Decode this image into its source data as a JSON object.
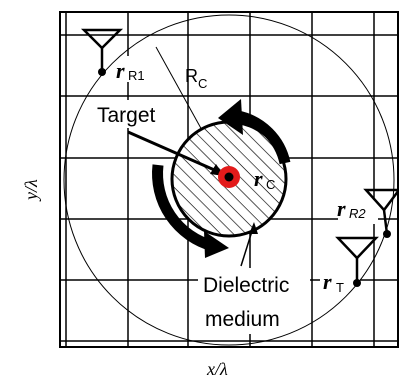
{
  "axes": {
    "x_label": "x/λ",
    "y_label": "y/λ"
  },
  "labels": {
    "target": "Target",
    "radius": "R",
    "radius_sub": "C",
    "dielectric_line1": "Dielectric",
    "dielectric_line2": "medium"
  },
  "points": {
    "r_center": {
      "symbol": "r",
      "sub": "C"
    },
    "r_receiver1": {
      "symbol": "r",
      "sub": "R1"
    },
    "r_receiver2": {
      "symbol": "r",
      "sub": "R2"
    },
    "r_transmitter": {
      "symbol": "r",
      "sub": "T"
    }
  },
  "colors": {
    "target_fill": "#e31b1b",
    "ink": "#000000",
    "background": "#ffffff"
  },
  "icons": [
    "antenna-icon",
    "rotation-arrow-icon"
  ]
}
